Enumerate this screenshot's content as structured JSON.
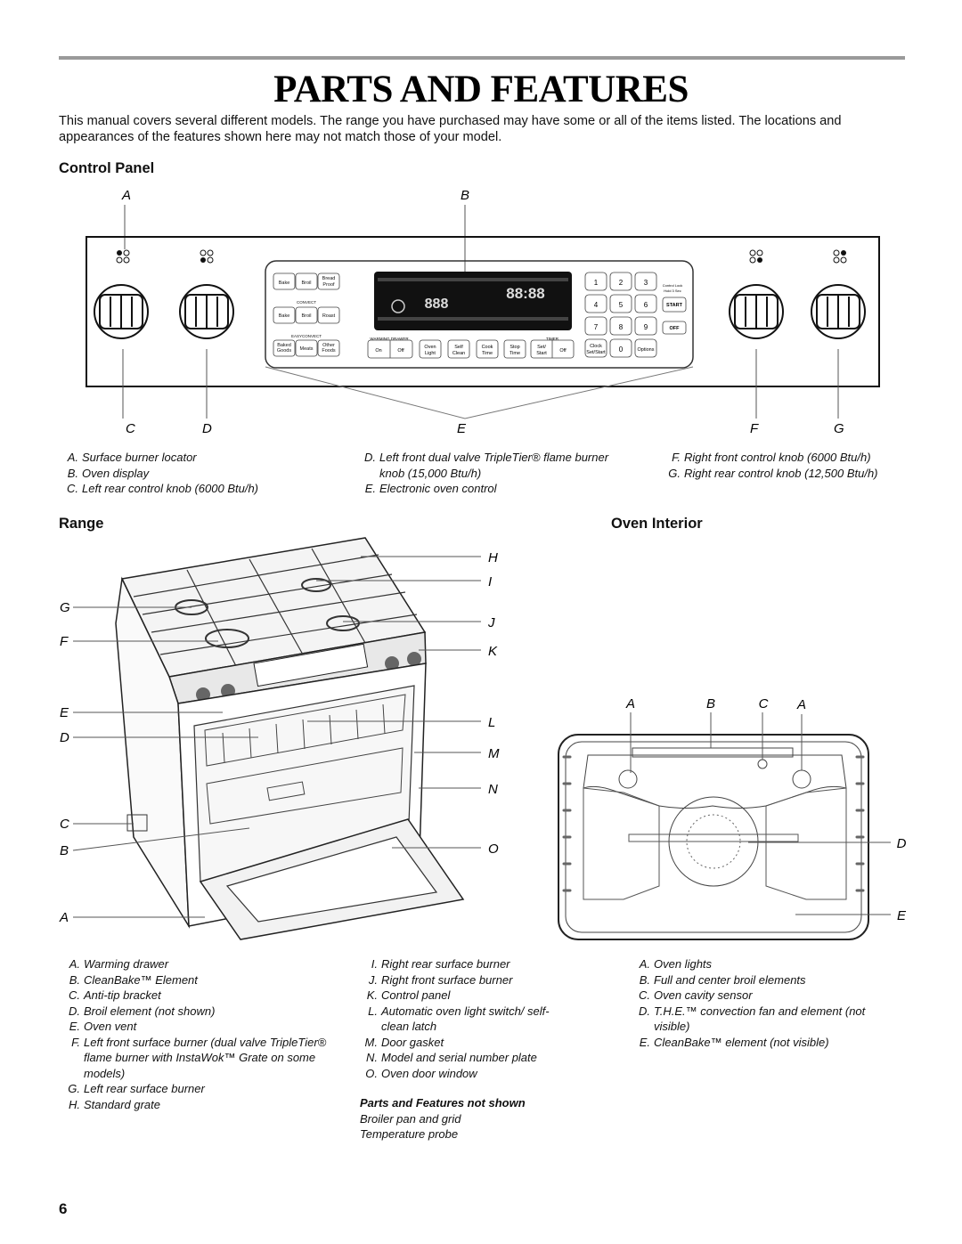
{
  "page": {
    "title": "PARTS AND FEATURES",
    "intro": "This manual covers several different models. The range you have purchased may have some or all of the items listed. The locations and appearances of the features shown here may not match those of your model.",
    "page_number": "6"
  },
  "control_panel": {
    "heading": "Control Panel",
    "callouts": [
      "A",
      "B",
      "C",
      "D",
      "E",
      "F",
      "G"
    ],
    "buttons": {
      "bake": "Bake",
      "broil": "Broil",
      "bread_proof_1": "Bread",
      "bread_proof_2": "Proof",
      "convect_label": "CONVECT",
      "bake2": "Bake",
      "broil2": "Broil",
      "roast": "Roast",
      "easyconvect_label": "EASYCONVECT",
      "baked_goods_1": "Baked",
      "baked_goods_2": "Goods",
      "meats": "Meats",
      "other_foods_1": "Other",
      "other_foods_2": "Foods",
      "warming_drawer": "WARMING DRAWER",
      "on": "On",
      "off": "Off",
      "oven_light_1": "Oven",
      "oven_light_2": "Light",
      "self_clean_1": "Self",
      "self_clean_2": "Clean",
      "cook_time_1": "Cook",
      "cook_time_2": "Time",
      "stop_time_1": "Stop",
      "stop_time_2": "Time",
      "timer_label": "TIMER",
      "set_start_1": "Set/",
      "set_start_2": "Start",
      "timer_off": "Off",
      "clock_1": "Clock",
      "clock_2": "Set/Start",
      "keys": [
        "1",
        "2",
        "3",
        "4",
        "5",
        "6",
        "7",
        "8",
        "9",
        "0"
      ],
      "options": "Options",
      "control_lock": "Control Lock",
      "hold3sec": "Hold 3 Sec",
      "start": "START",
      "off_key": "OFF"
    },
    "display": {
      "time": "88:88"
    },
    "legend_col1": [
      {
        "k": "A.",
        "v": "Surface burner locator"
      },
      {
        "k": "B.",
        "v": "Oven display"
      },
      {
        "k": "C.",
        "v": "Left rear control knob (6000 Btu/h)"
      }
    ],
    "legend_col2": [
      {
        "k": "D.",
        "v": "Left front dual valve TripleTier® flame burner knob (15,000 Btu/h)"
      },
      {
        "k": "E.",
        "v": "Electronic oven control"
      }
    ],
    "legend_col3": [
      {
        "k": "F.",
        "v": "Right front control knob (6000 Btu/h)"
      },
      {
        "k": "G.",
        "v": "Right rear control knob (12,500 Btu/h)"
      }
    ]
  },
  "range": {
    "heading": "Range",
    "left_labels": [
      "G",
      "F",
      "E",
      "D",
      "C",
      "B",
      "A"
    ],
    "right_labels": [
      "H",
      "I",
      "J",
      "K",
      "L",
      "M",
      "N",
      "O"
    ],
    "legend_col1": [
      {
        "k": "A.",
        "v": "Warming drawer"
      },
      {
        "k": "B.",
        "v": "CleanBake™ Element"
      },
      {
        "k": "C.",
        "v": "Anti-tip bracket"
      },
      {
        "k": "D.",
        "v": "Broil element (not shown)"
      },
      {
        "k": "E.",
        "v": "Oven vent"
      },
      {
        "k": "F.",
        "v": "Left front surface burner (dual valve TripleTier® flame burner with InstaWok™ Grate on some models)"
      },
      {
        "k": "G.",
        "v": "Left rear surface burner"
      },
      {
        "k": "H.",
        "v": "Standard grate"
      }
    ],
    "legend_col2": [
      {
        "k": "I.",
        "v": "Right rear surface burner"
      },
      {
        "k": "J.",
        "v": "Right front surface burner"
      },
      {
        "k": "K.",
        "v": "Control panel"
      },
      {
        "k": "L.",
        "v": "Automatic oven light switch/ self-clean latch"
      },
      {
        "k": "M.",
        "v": "Door gasket"
      },
      {
        "k": "N.",
        "v": "Model and serial number plate"
      },
      {
        "k": "O.",
        "v": "Oven door window"
      }
    ],
    "not_shown_heading": "Parts and Features not shown",
    "not_shown": [
      "Broiler pan and grid",
      "Temperature probe"
    ]
  },
  "oven_interior": {
    "heading": "Oven Interior",
    "top_labels": [
      "A",
      "B",
      "C",
      "A"
    ],
    "side_labels": [
      "D",
      "E"
    ],
    "legend": [
      {
        "k": "A.",
        "v": "Oven lights"
      },
      {
        "k": "B.",
        "v": "Full and center broil elements"
      },
      {
        "k": "C.",
        "v": "Oven cavity sensor"
      },
      {
        "k": "D.",
        "v": "T.H.E.™ convection fan and element (not visible)"
      },
      {
        "k": "E.",
        "v": "CleanBake™ element (not visible)"
      }
    ]
  }
}
